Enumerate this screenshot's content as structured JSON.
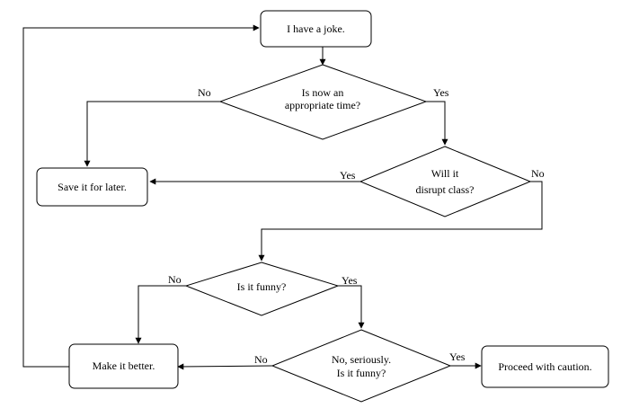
{
  "nodes": {
    "start": {
      "label": "I have a joke."
    },
    "save_later": {
      "label": "Save it for later."
    },
    "make_better": {
      "label": "Make it better."
    },
    "proceed": {
      "label": "Proceed with caution."
    }
  },
  "decisions": {
    "appropriate_time": {
      "line1": "Is now an",
      "line2": "appropriate time?"
    },
    "disrupt_class": {
      "line1": "Will it",
      "line2": "disrupt class?"
    },
    "is_funny": {
      "line1": "Is it funny?"
    },
    "seriously_funny": {
      "line1": "No, seriously.",
      "line2": "Is it funny?"
    }
  },
  "edge_labels": {
    "appropriate_no": "No",
    "appropriate_yes": "Yes",
    "disrupt_yes": "Yes",
    "disrupt_no": "No",
    "funny_no": "No",
    "funny_yes": "Yes",
    "seriously_no": "No",
    "seriously_yes": "Yes"
  },
  "colors": {
    "stroke": "#000000",
    "background": "#ffffff"
  }
}
